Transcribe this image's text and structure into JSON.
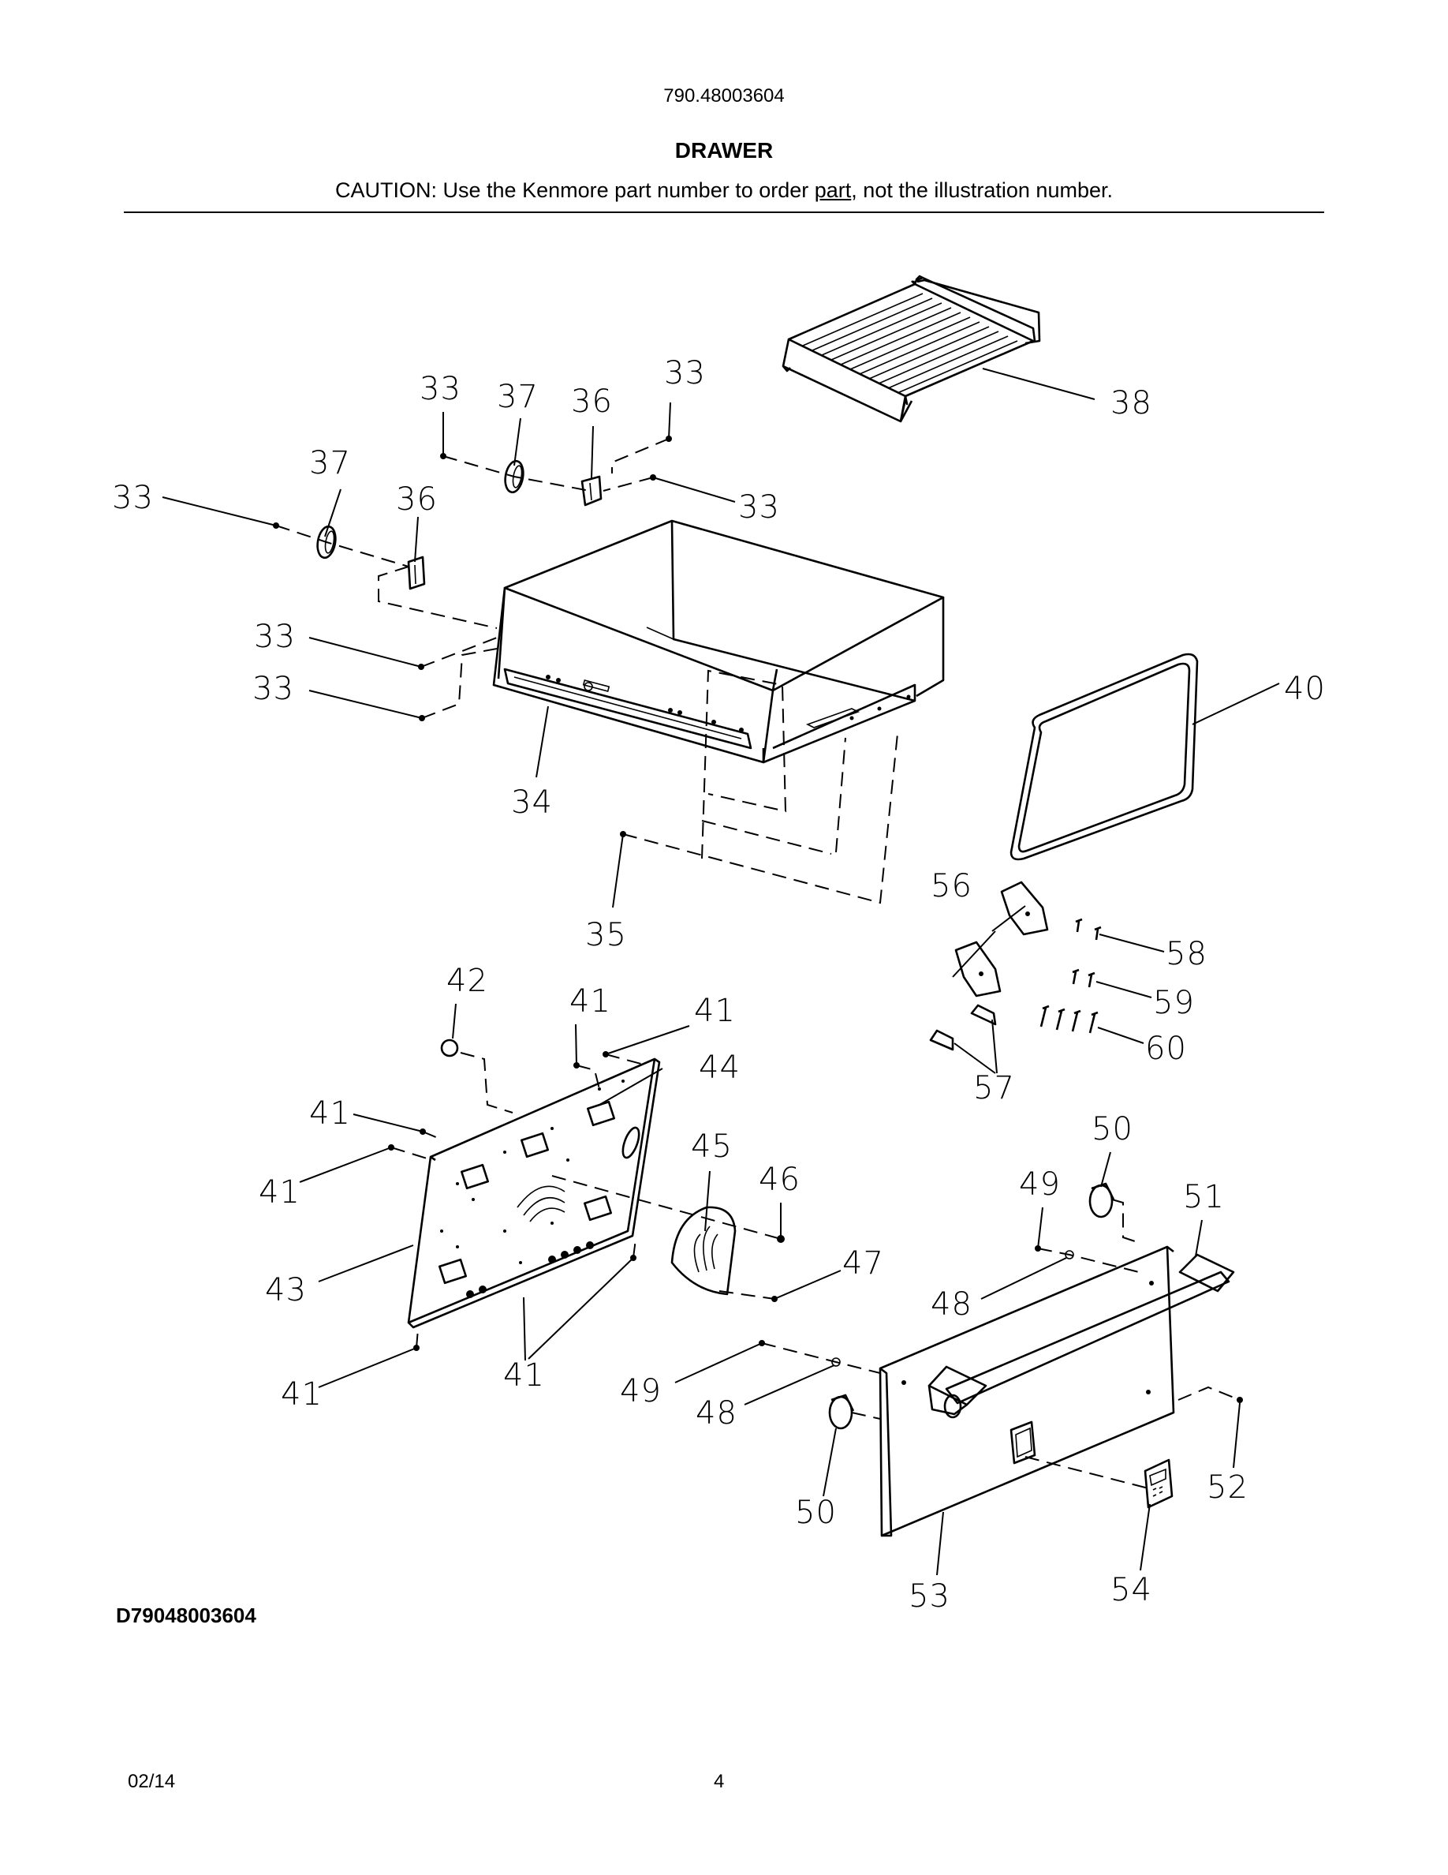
{
  "header": {
    "model_number": "790.48003604",
    "section_title": "DRAWER",
    "caution_prefix": "CAUTION: Use the Kenmore part number to order ",
    "caution_underlined": "part",
    "caution_suffix": ", not the illustration number."
  },
  "footer": {
    "drawing_id": "D79048003604",
    "date": "02/14",
    "page_number": "4"
  },
  "callouts": {
    "c33a": "33",
    "c37a": "37",
    "c36a": "36",
    "c33b": "33",
    "c33c": "33",
    "c37b": "37",
    "c36b": "36",
    "c33d": "33",
    "c33e": "33",
    "c33f": "33",
    "c34": "34",
    "c35": "35",
    "c38": "38",
    "c40": "40",
    "c42": "42",
    "c41a": "41",
    "c41b": "41",
    "c44": "44",
    "c41c": "41",
    "c41d": "41",
    "c45": "45",
    "c46": "46",
    "c43": "43",
    "c47": "47",
    "c41e": "41",
    "c41f": "41",
    "c56": "56",
    "c58": "58",
    "c59": "59",
    "c60": "60",
    "c57": "57",
    "c50a": "50",
    "c49a": "49",
    "c51": "51",
    "c48a": "48",
    "c49b": "49",
    "c48b": "48",
    "c50b": "50",
    "c52": "52",
    "c53": "53",
    "c54": "54"
  }
}
